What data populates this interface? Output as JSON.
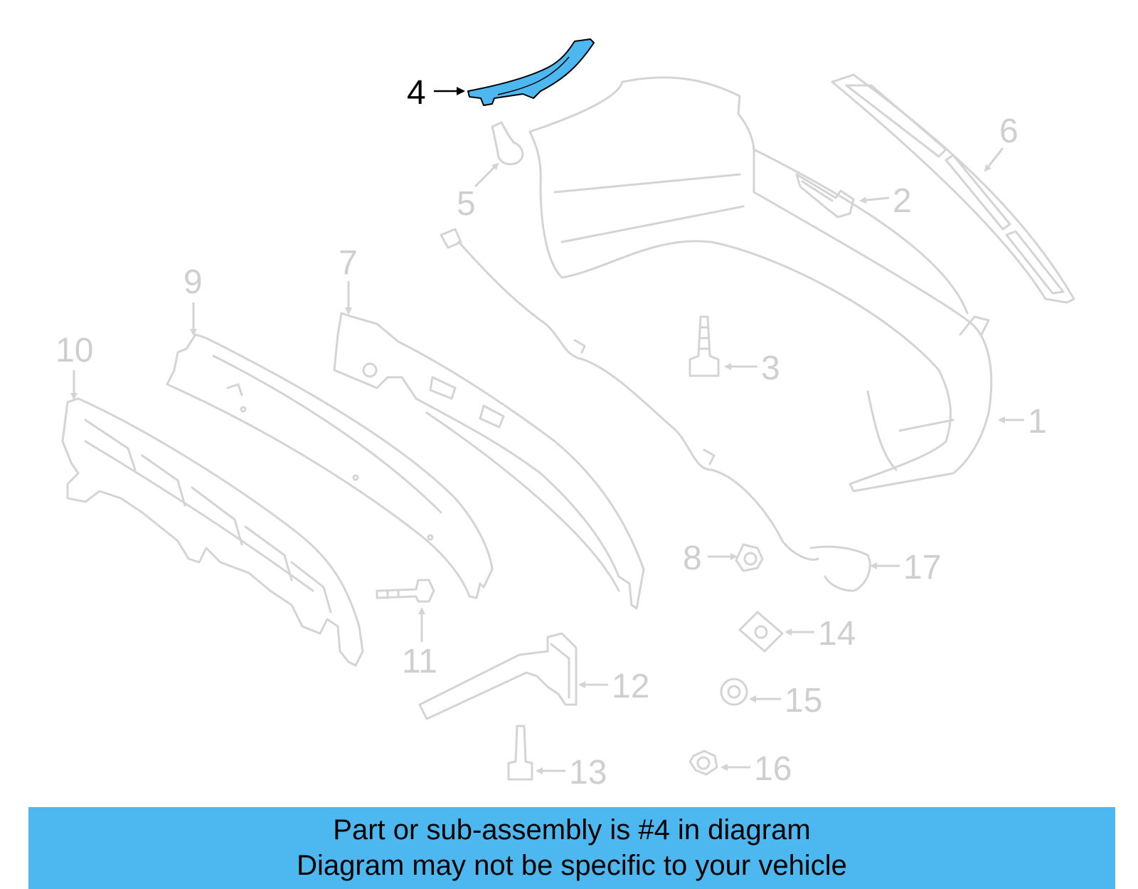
{
  "banner": {
    "line1": "Part or sub-assembly is #4 in diagram",
    "line2": "Diagram may not be specific to your vehicle"
  },
  "highlight": {
    "part_number": "4",
    "color": "#4db8f0"
  },
  "colors": {
    "inactive_stroke": "#d4d4d4",
    "inactive_text": "#cfcfcf",
    "active_text": "#000000",
    "banner_bg": "#4db8f0"
  },
  "callouts": [
    "1",
    "2",
    "3",
    "4",
    "5",
    "6",
    "7",
    "8",
    "9",
    "10",
    "11",
    "12",
    "13",
    "14",
    "15",
    "16",
    "17"
  ]
}
